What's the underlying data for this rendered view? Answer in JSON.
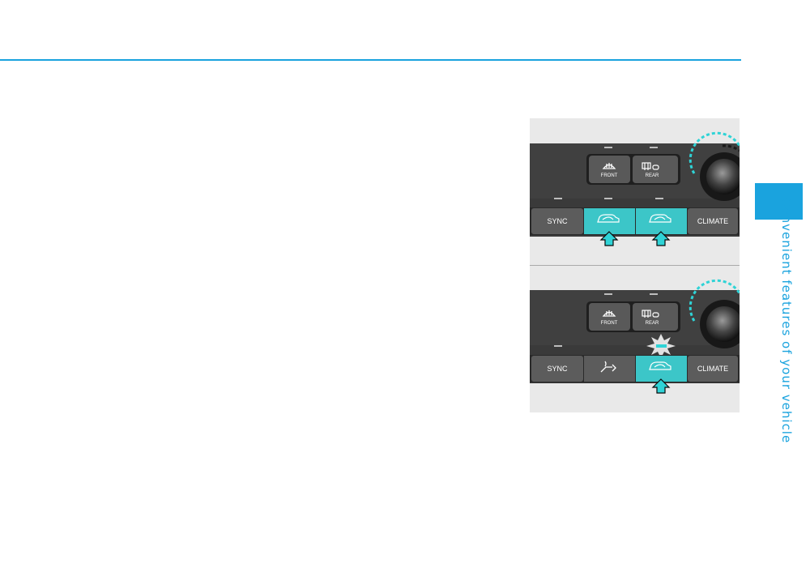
{
  "sidebar": {
    "chapter_label": "Convenient features of your vehicle",
    "accent_color": "#1aa3de"
  },
  "figure": {
    "panels": [
      {
        "defrost_front_label": "FRONT",
        "defrost_rear_label": "REAR",
        "sync_label": "SYNC",
        "climate_label": "CLIMATE",
        "left_mode_icon": "recirculation-icon",
        "right_mode_icon": "fresh-air-icon",
        "highlighted": [
          "left-mode-button",
          "right-mode-button"
        ]
      },
      {
        "defrost_front_label": "FRONT",
        "defrost_rear_label": "REAR",
        "sync_label": "SYNC",
        "climate_label": "CLIMATE",
        "left_mode_icon": "fresh-air-outside-icon",
        "right_mode_icon": "recirculation-icon",
        "highlighted": [
          "right-mode-button"
        ],
        "indicator_lit": "right-mode-button"
      }
    ],
    "highlight_color": "#3cc6c8",
    "arrow_color": "#2fd3d6"
  }
}
